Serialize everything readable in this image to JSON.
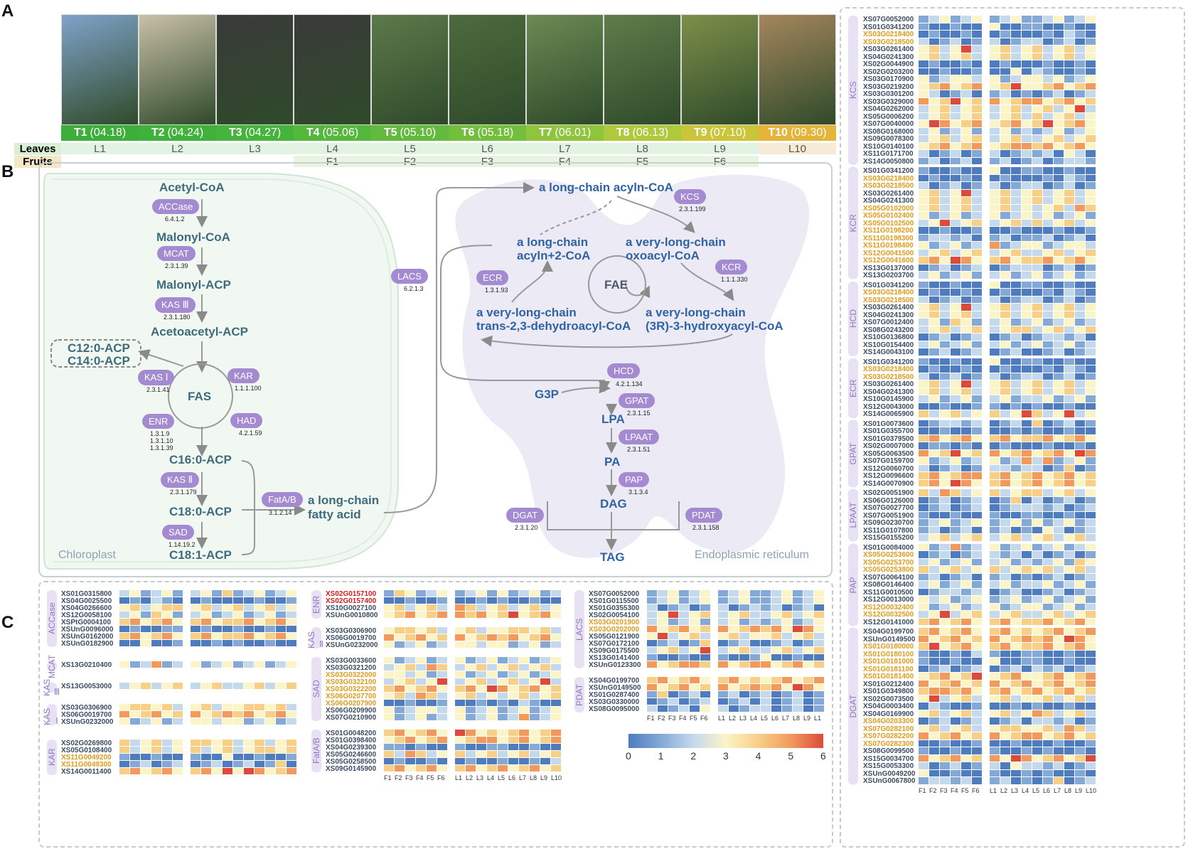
{
  "panels": {
    "a": "A",
    "b": "B",
    "c": "C"
  },
  "timeline": {
    "points": [
      {
        "t": "T1",
        "date": "(04.18)",
        "leaf": "L1",
        "fruit": ""
      },
      {
        "t": "T2",
        "date": "(04.24)",
        "leaf": "L2",
        "fruit": ""
      },
      {
        "t": "T3",
        "date": "(04.27)",
        "leaf": "L3",
        "fruit": ""
      },
      {
        "t": "T4",
        "date": "(05.06)",
        "leaf": "L4",
        "fruit": "F1"
      },
      {
        "t": "T5",
        "date": "(05.10)",
        "leaf": "L5",
        "fruit": "F2"
      },
      {
        "t": "T6",
        "date": "(05.18)",
        "leaf": "L6",
        "fruit": "F3"
      },
      {
        "t": "T7",
        "date": "(06.01)",
        "leaf": "L7",
        "fruit": "F4"
      },
      {
        "t": "T8",
        "date": "(06.13)",
        "leaf": "L8",
        "fruit": "F5"
      },
      {
        "t": "T9",
        "date": "(07.10)",
        "leaf": "L9",
        "fruit": "F6"
      },
      {
        "t": "T10",
        "date": "(09.30)",
        "leaf": "L10",
        "fruit": ""
      }
    ],
    "leaves_label": "Leaves",
    "fruits_label": "Fruits",
    "colors": [
      "#3cae3a",
      "#3fb23b",
      "#45b43c",
      "#53b83c",
      "#62bb3c",
      "#73bf3c",
      "#8fc53c",
      "#aec93c",
      "#cbc53a",
      "#e4b53a"
    ]
  },
  "pathway": {
    "chloroplast": {
      "acetyl_coa": "Acetyl-CoA",
      "accase": "ACCase",
      "accase_ec": "6.4.1.2",
      "malonyl_coa": "Malonyl-CoA",
      "mcat": "MCAT",
      "mcat_ec": "2.3.1.39",
      "malonyl_acp": "Malonyl-ACP",
      "kas3": "KAS Ⅲ",
      "kas3_ec": "2.3.1.180",
      "acetoacetyl_acp": "Acetoacetyl-ACP",
      "c12": "C12:0-ACP",
      "c14": "C14:0-ACP",
      "kas1": "KAS Ⅰ",
      "kas1_ec": "2.3.1.41",
      "kar": "KAR",
      "kar_ec": "1.1.1.100",
      "fas": "FAS",
      "enr": "ENR",
      "enr_ec1": "1.3.1.9",
      "enr_ec2": "1.3.1.10",
      "enr_ec3": "1.3.1.39",
      "had": "HAD",
      "had_ec": "4.2.1.59",
      "c16": "C16:0-ACP",
      "kas2": "KAS Ⅱ",
      "kas2_ec": "2.3.1.179",
      "c18": "C18:0-ACP",
      "sad": "SAD",
      "sad_ec": "1.14.19.2",
      "c181": "C18:1-ACP",
      "fatab": "FatA/B",
      "fatab_ec": "3.1.2.14",
      "lcfa1": "a long-chain",
      "lcfa2": "fatty acid",
      "region": "Chloroplast"
    },
    "er": {
      "acyl_coa": "a long-chain acyln-CoA",
      "lacs": "LACS",
      "lacs_ec": "6.2.1.3",
      "kcs": "KCS",
      "kcs_ec": "2.3.1.199",
      "acyl2_1": "a long-chain",
      "acyl2_2": "acyln+2-CoA",
      "oxo1": "a very-long-chain",
      "oxo2": "oxoacyl-CoA",
      "ecr": "ECR",
      "ecr_ec": "1.3.1.93",
      "kcr": "KCR",
      "kcr_ec": "1.1.1.330",
      "fae": "FAE",
      "trans1": "a very-long-chain",
      "trans2": "trans-2,3-dehydroacyl-CoA",
      "hyd1": "a very-long-chain",
      "hyd2": "(3R)-3-hydroxyacyl-CoA",
      "hcd": "HCD",
      "hcd_ec": "4.2.1.134",
      "g3p": "G3P",
      "gpat": "GPAT",
      "gpat_ec": "2.3.1.15",
      "lpa": "LPA",
      "lpaat": "LPAAT",
      "lpaat_ec": "2.3.1.51",
      "pa": "PA",
      "pap": "PAP",
      "pap_ec": "3.1.3.4",
      "dag": "DAG",
      "dgat": "DGAT",
      "dgat_ec": "2.3.1.20",
      "pdat": "PDAT",
      "pdat_ec": "2.3.1.158",
      "tag": "TAG",
      "region": "Endoplasmic reticulum"
    }
  },
  "heatmap_axis": {
    "fruits": [
      "F1",
      "F2",
      "F3",
      "F4",
      "F5",
      "F6"
    ],
    "leaves": [
      "L1",
      "L2",
      "L3",
      "L4",
      "L5",
      "L6",
      "L7",
      "L8",
      "L9",
      "L10"
    ],
    "leaves_c3": [
      "L1",
      "L2",
      "L3",
      "L4",
      "L5",
      "L6",
      "L7",
      "L8",
      "L9",
      "L1"
    ],
    "legend_ticks": [
      "0",
      "1",
      "2",
      "3",
      "4",
      "5",
      "6"
    ]
  },
  "heatmaps_c": [
    {
      "id": "c1",
      "groups": [
        {
          "name": "ACCase",
          "genes": [
            "XS01G0315800",
            "XS04G0025500",
            "XS04G0266600",
            "XS12G0058100",
            "XSPtG0004100",
            "XSUnG0096000",
            "XSUnG0162000",
            "XSUnG0182900"
          ],
          "hl": []
        },
        {
          "name": "MCAT",
          "genes": [
            "XS13G0210400"
          ],
          "hl": []
        },
        {
          "name": "KAS Ⅲ",
          "genes": [
            "XS13G0053000"
          ],
          "hl": []
        },
        {
          "name": "KAS Ⅰ",
          "genes": [
            "XS03G0306900",
            "XS06G0019700",
            "XSUnG0232000"
          ],
          "hl": []
        },
        {
          "name": "KAR",
          "genes": [
            "XS02G0269800",
            "XS05G0108400",
            "XS11G0049200",
            "XS11G0049300",
            "XS14G0011400"
          ],
          "hl": [
            "o:2",
            "o:3"
          ]
        }
      ]
    },
    {
      "id": "c2",
      "groups": [
        {
          "name": "ENR",
          "genes": [
            "XS02G0157100",
            "XS02G0157400",
            "XS10G0027100",
            "XSUnG0010800"
          ],
          "hl": [
            "r:0",
            "r:1"
          ]
        },
        {
          "name": "KAS Ⅱ",
          "genes": [
            "XS03G0306900",
            "XS06G0019700",
            "XSUnG0232000"
          ],
          "hl": []
        },
        {
          "name": "SAD",
          "genes": [
            "XS03G0033600",
            "XS03G0321200",
            "XS03G0322000",
            "XS03G0322100",
            "XS03G0322200",
            "XS06G0207700",
            "XS06G0207900",
            "XS06G0209900",
            "XS07G0210900"
          ],
          "hl": [
            "o:2",
            "o:3",
            "o:4",
            "o:5",
            "o:6"
          ]
        },
        {
          "name": "FatA/B",
          "genes": [
            "XS01G0048200",
            "XS01G0398400",
            "XS04G0239300",
            "XS05G0246600",
            "XS05G0258500",
            "XS09G0145900"
          ],
          "hl": []
        }
      ]
    },
    {
      "id": "c3",
      "groups": [
        {
          "name": "LACS",
          "genes": [
            "XS07G0052000",
            "XS01G0115500",
            "XS01G0355300",
            "XS02G0054100",
            "XS03G0201900",
            "XS03G0202000",
            "XS05G0121900",
            "XS07G0172100",
            "XS09G0175500",
            "XS13G0141400",
            "XSUnG0123300"
          ],
          "hl": [
            "o:4",
            "o:5"
          ]
        },
        {
          "name": "PDAT",
          "genes": [
            "XS04G0199700",
            "XSUnG0149500",
            "XS01G0287400",
            "XS03G0330000",
            "XS08G0095000"
          ],
          "hl": []
        }
      ]
    }
  ],
  "heatmaps_right": [
    {
      "name": "KCS",
      "genes": [
        "XS07G0052000",
        "XS01G0341200",
        "XS03G0218400",
        "XS03G0218500",
        "XS03G0261400",
        "XS04G0241300",
        "XS02G0044900",
        "XS02G0203200",
        "XS03G0170900",
        "XS03G0219200",
        "XS03G0301200",
        "XS03G0329000",
        "XS04G0262000",
        "XS05G0006200",
        "XS07G0040000",
        "XS08G0168000",
        "XS09G0078300",
        "XS10G0140100",
        "XS11G0171700",
        "XS14G0050800"
      ],
      "hl": [
        "o:2",
        "o:3"
      ]
    },
    {
      "name": "KCR",
      "genes": [
        "XS01G0341200",
        "XS03G0218400",
        "XS03G0218500",
        "XS03G0261400",
        "XS04G0241300",
        "XS05G0102000",
        "XS05G0102400",
        "XS05G0102500",
        "XS11G0198200",
        "XS11G0198300",
        "XS11G0198400",
        "XS12G0041500",
        "XS12G0041600",
        "XS13G0137000",
        "XS13G0203700"
      ],
      "hl": [
        "o:1",
        "o:2",
        "o:5",
        "o:6",
        "o:7",
        "o:8",
        "o:9",
        "o:10",
        "o:11",
        "o:12"
      ]
    },
    {
      "name": "HCD",
      "genes": [
        "XS01G0341200",
        "XS03G0218400",
        "XS03G0218500",
        "XS03G0261400",
        "XS04G0241300",
        "XS07G0012400",
        "XS08G0243200",
        "XS10G0136800",
        "XS10G0154400",
        "XS14G0043100"
      ],
      "hl": [
        "o:1",
        "o:2"
      ]
    },
    {
      "name": "ECR",
      "genes": [
        "XS01G0341200",
        "XS03G0218400",
        "XS03G0218500",
        "XS03G0261400",
        "XS04G0241300",
        "XS10G0145900",
        "XS12G0043000",
        "XS14G0065900"
      ],
      "hl": [
        "o:1",
        "o:2"
      ]
    },
    {
      "name": "GPAT",
      "genes": [
        "XS01G0073600",
        "XS01G0355700",
        "XS01G0379500",
        "XS02G0007000",
        "XS05G0063500",
        "XS07G0159700",
        "XS12G0060700",
        "XS12G0096600",
        "XS14G0070900"
      ],
      "hl": []
    },
    {
      "name": "LPAAT",
      "genes": [
        "XS02G0051900",
        "XS06G0126000",
        "XS07G0027700",
        "XS07G0051900",
        "XS09G0230700",
        "XS11G0107800",
        "XS15G0155200"
      ],
      "hl": []
    },
    {
      "name": "PAP",
      "genes": [
        "XS01G0084000",
        "XS05G0253600",
        "XS05G0253700",
        "XS05G0253800",
        "XS07G0064100",
        "XS08G0146400",
        "XS11G0010500",
        "XS12G0013000",
        "XS12G0032400",
        "XS12G0032500",
        "XS12G0141000"
      ],
      "hl": [
        "o:1",
        "o:2",
        "o:3",
        "o:8",
        "o:9"
      ]
    },
    {
      "name": "DGAT",
      "genes": [
        "XS04G0199700",
        "XSUnG0149500",
        "XS01G0180000",
        "XS01G0180100",
        "XS01G0181000",
        "XS01G0181100",
        "XS01G0181400",
        "XS01G0212400",
        "XS01G0349800",
        "XS02G0073500",
        "XS04G0003400",
        "XS04G0169900",
        "XS04G0203300",
        "XS07G0282100",
        "XS07G0282200",
        "XS07G0282300",
        "XS08G0099500",
        "XS15G0034700",
        "XS15G0053300",
        "XSUnG0049200",
        "XSUnG0067800"
      ],
      "hl": [
        "o:2",
        "o:3",
        "o:4",
        "o:5",
        "o:6",
        "o:12",
        "o:13",
        "o:14",
        "o:15"
      ]
    }
  ],
  "colors": {
    "scale": [
      "#4f7cbf",
      "#84a9d6",
      "#c5d9ec",
      "#fbf4c6",
      "#f8cf86",
      "#f29a5e",
      "#dc4a3b"
    ],
    "highlight_orange": "#e09a1a",
    "highlight_red": "#d81b1b",
    "enzyme": "#a48ad0"
  }
}
